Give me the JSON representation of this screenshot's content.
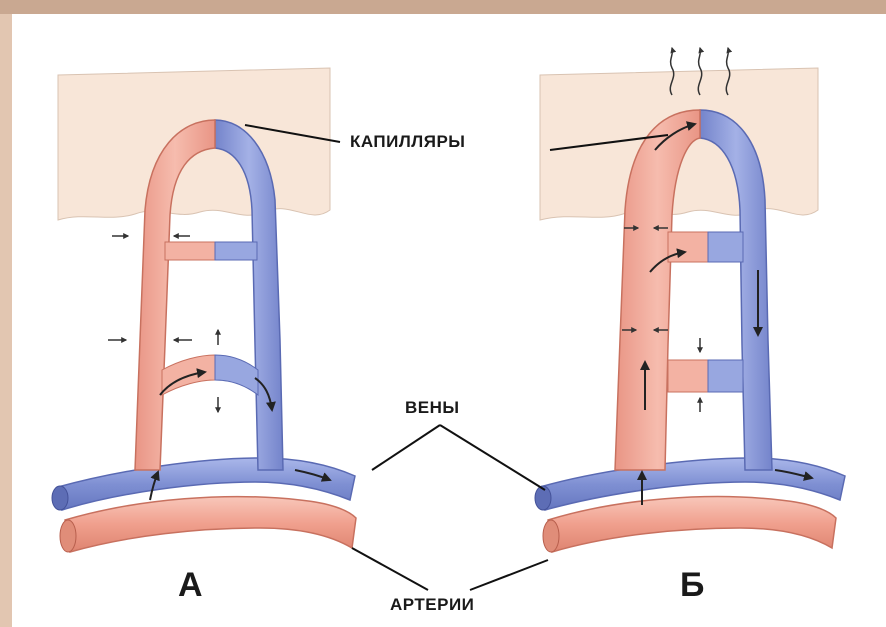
{
  "labels": {
    "capillaries": "КАПИЛЛЯРЫ",
    "veins": "ВЕНЫ",
    "arteries": "АРТЕРИИ",
    "panel_a": "А",
    "panel_b": "Б"
  },
  "colors": {
    "artery": "#f0aa9a",
    "artery_dark": "#d9826f",
    "vein": "#8f9fd9",
    "vein_dark": "#6778bf",
    "tissue": "#f7e4d6",
    "background": "#ffffff"
  }
}
